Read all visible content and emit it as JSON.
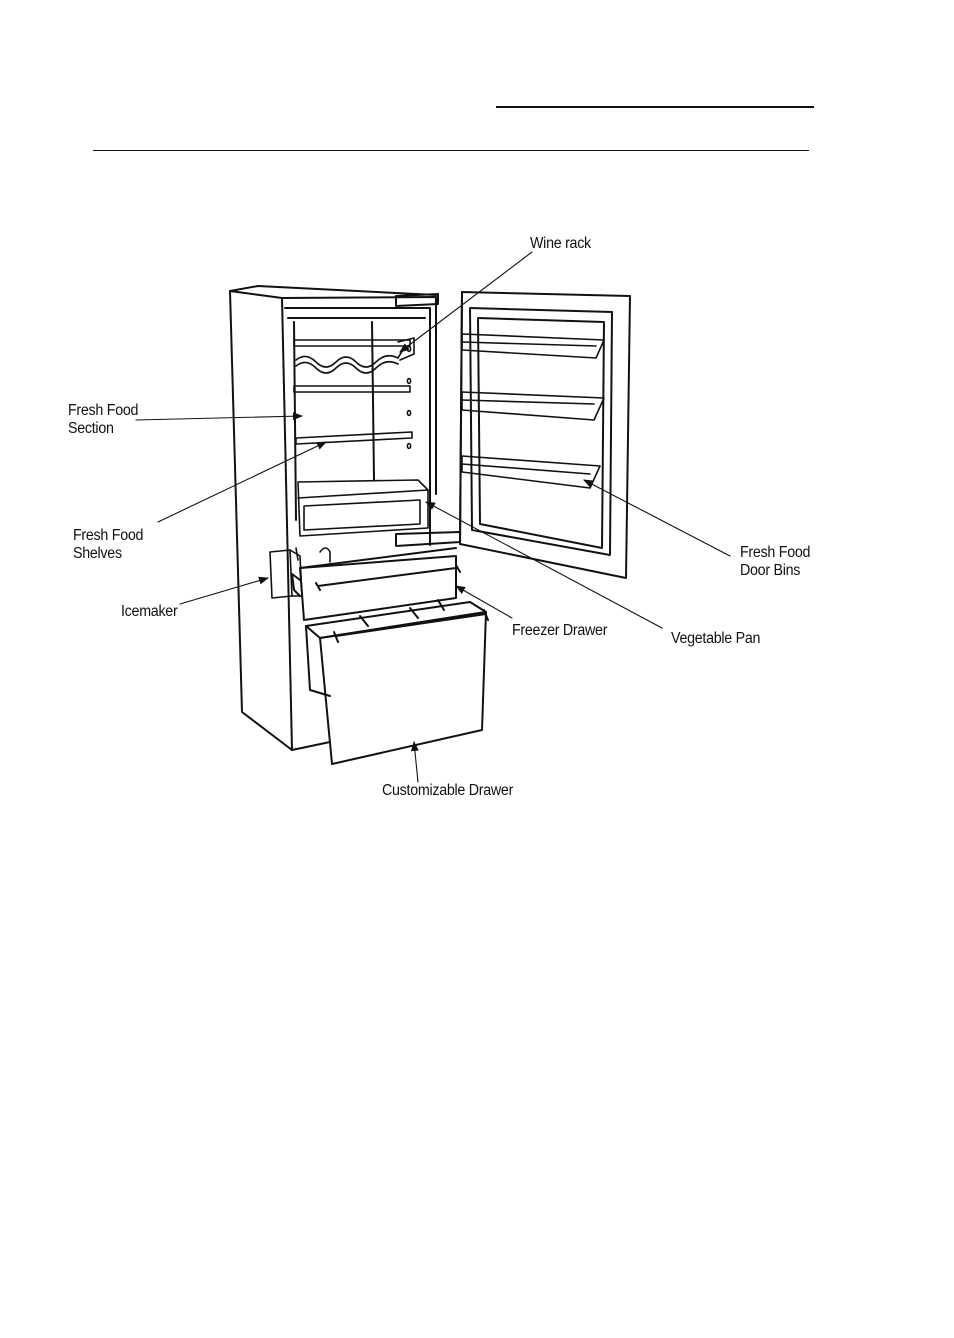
{
  "labels": {
    "wine_rack": "Wine rack",
    "fresh_food_section": [
      "Fresh Food",
      "Section"
    ],
    "fresh_food_shelves": [
      "Fresh Food",
      "Shelves"
    ],
    "icemaker": "Icemaker",
    "freezer_drawer": "Freezer Drawer",
    "vegetable_pan": "Vegetable Pan",
    "fresh_food_door_bins": [
      "Fresh Food",
      "Door Bins"
    ],
    "customizable_drawer": "Customizable Drawer"
  },
  "colors": {
    "line": "#111111",
    "background": "#ffffff"
  }
}
